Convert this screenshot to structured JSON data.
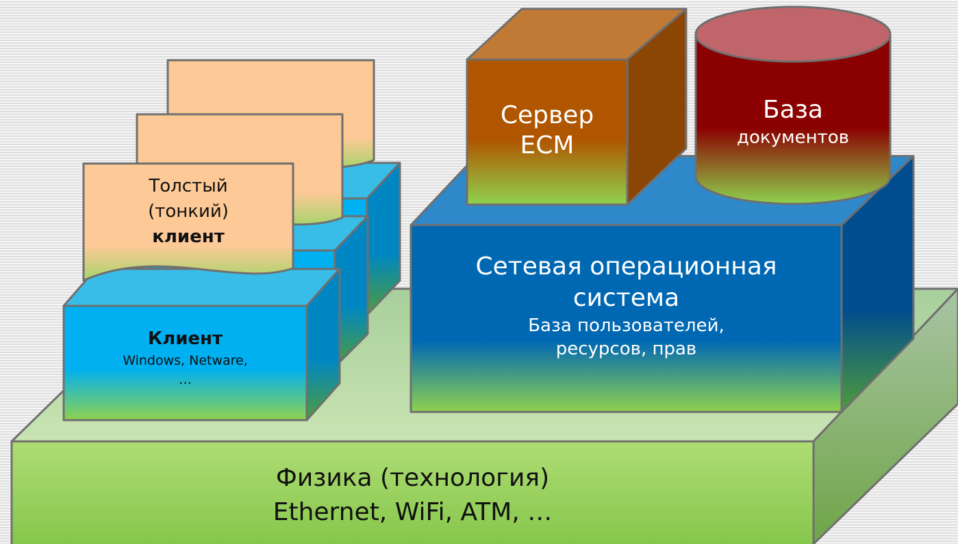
{
  "physics": {
    "line1": "Физика (технология)",
    "line2": "Ethernet, WiFi, ATM, …"
  },
  "nos": {
    "line1": "Сетевая операционная",
    "line2": "система",
    "line3": "База пользователей,",
    "line4": "ресурсов, прав"
  },
  "server": {
    "line1": "Сервер",
    "line2": "ECM"
  },
  "database": {
    "line1": "База",
    "line2": "документов"
  },
  "client_app": {
    "line1": "Толстый",
    "line2": "(тонкий)",
    "line3": "клиент"
  },
  "client_os": {
    "line1": "Клиент",
    "line2": "Windows, Netware,",
    "line3": "…"
  },
  "colors": {
    "green": "#92d050",
    "blue_nos": "#0070c0",
    "blue_client": "#00b0f0",
    "orange_server": "#c55a11",
    "darkred_db": "#8b0000",
    "peach": "#fdc996"
  }
}
